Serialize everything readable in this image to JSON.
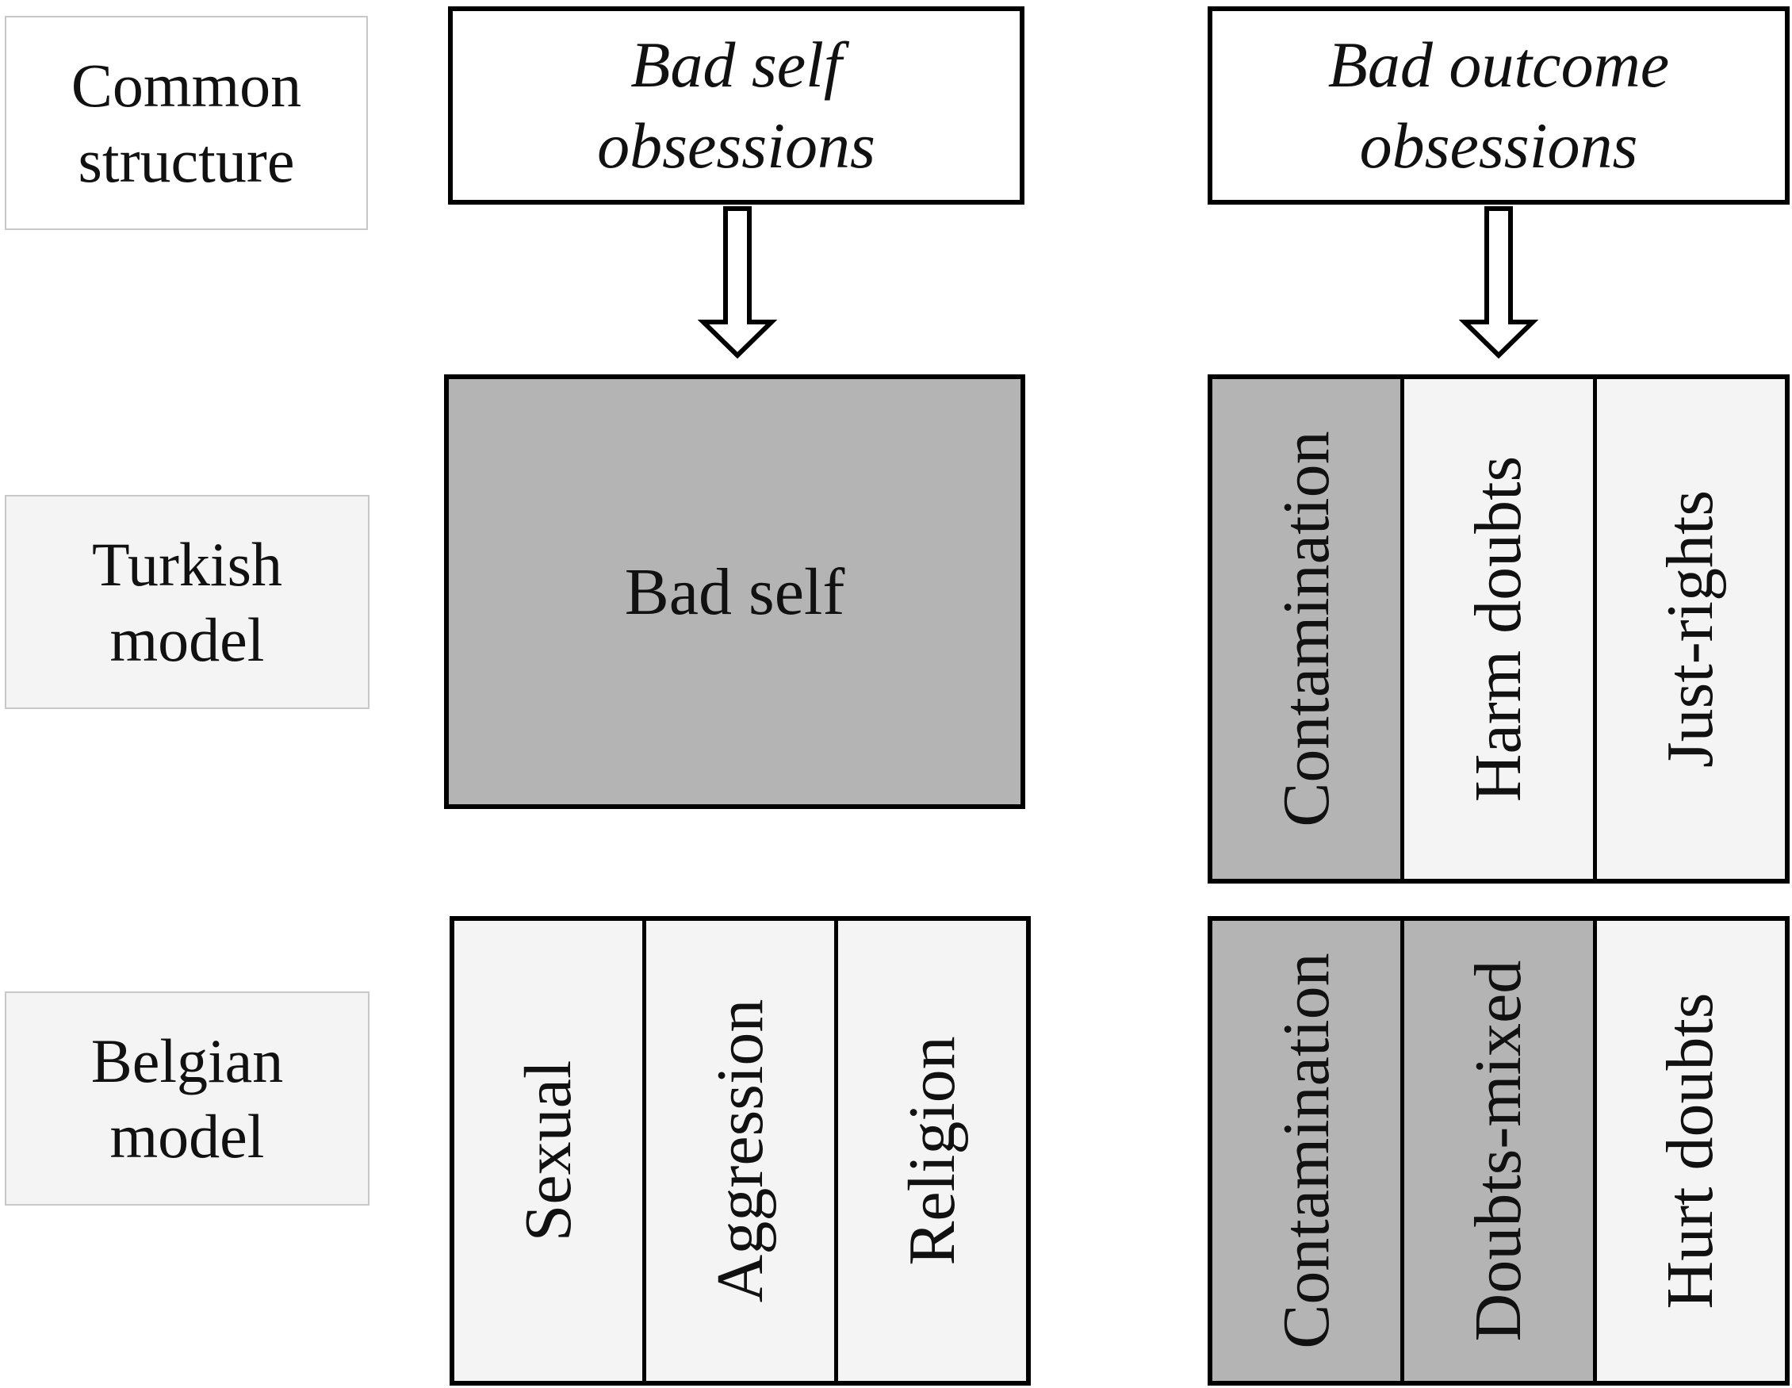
{
  "rows": {
    "common": [
      "Common",
      "structure"
    ],
    "turkish": [
      "Turkish",
      "model"
    ],
    "belgian": [
      "Belgian",
      "model"
    ]
  },
  "headers": {
    "bad_self": [
      "Bad self",
      "obsessions"
    ],
    "bad_outcome": [
      "Bad outcome",
      "obsessions"
    ]
  },
  "turkish_model": {
    "bad_self_box": "Bad self",
    "outcome_cells": [
      {
        "label": "Contamination",
        "shade": "dark"
      },
      {
        "label": "Harm doubts",
        "shade": "light"
      },
      {
        "label": "Just-rights",
        "shade": "light"
      }
    ]
  },
  "belgian_model": {
    "self_cells": [
      {
        "label": "Sexual",
        "shade": "light"
      },
      {
        "label": "Aggression",
        "shade": "light"
      },
      {
        "label": "Religion",
        "shade": "light"
      }
    ],
    "outcome_cells": [
      {
        "label": "Contamination",
        "shade": "dark"
      },
      {
        "label": "Doubts-mixed",
        "shade": "dark"
      },
      {
        "label": "Hurt doubts",
        "shade": "light"
      }
    ]
  },
  "colors": {
    "dark_fill": "#b4b4b4",
    "light_fill": "#f4f4f4",
    "stroke": "#000000"
  }
}
